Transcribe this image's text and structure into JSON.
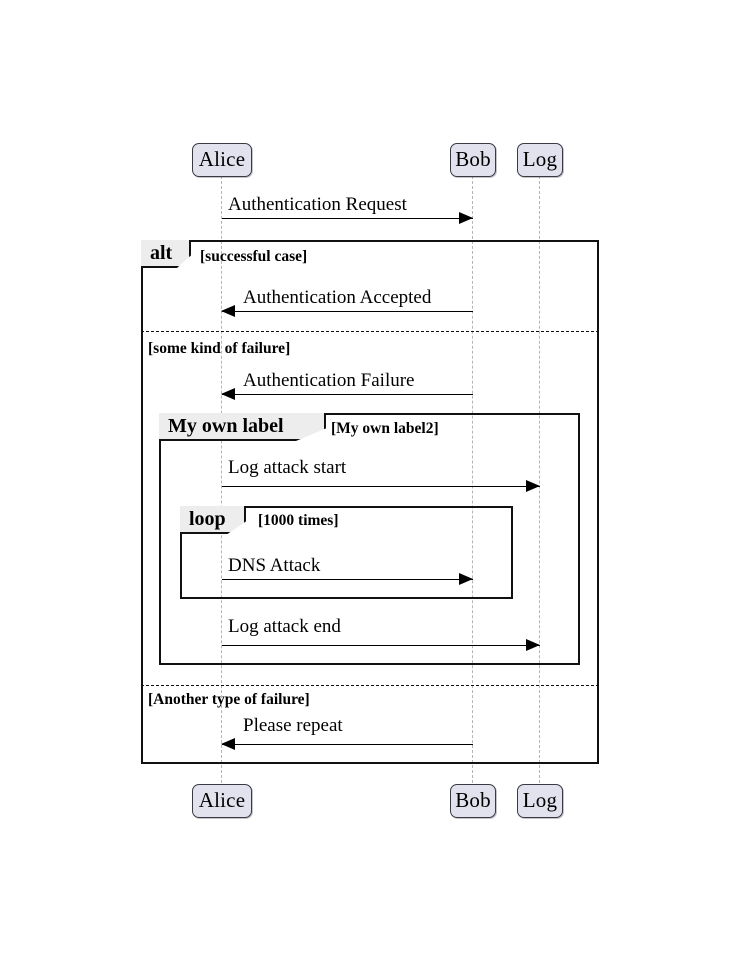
{
  "diagram": {
    "type": "uml-sequence-diagram",
    "background_color": "#ffffff",
    "participant_fill": "#E2E2EE",
    "participant_border": "#3a3a45",
    "fragment_tab_fill": "#EDEDED",
    "line_color": "#000000",
    "lifeline_color": "#b4b4bc"
  },
  "participants": [
    {
      "id": "alice",
      "label": "Alice"
    },
    {
      "id": "bob",
      "label": "Bob"
    },
    {
      "id": "log",
      "label": "Log"
    }
  ],
  "participants_bottom": [
    {
      "id": "alice",
      "label": "Alice"
    },
    {
      "id": "bob",
      "label": "Bob"
    },
    {
      "id": "log",
      "label": "Log"
    }
  ],
  "messages": [
    {
      "id": "m1",
      "label": "Authentication Request",
      "from": "alice",
      "to": "bob",
      "direction": "right"
    },
    {
      "id": "m2",
      "label": "Authentication Accepted",
      "from": "bob",
      "to": "alice",
      "direction": "left"
    },
    {
      "id": "m3",
      "label": "Authentication Failure",
      "from": "bob",
      "to": "alice",
      "direction": "left"
    },
    {
      "id": "m4",
      "label": "Log attack start",
      "from": "alice",
      "to": "log",
      "direction": "right"
    },
    {
      "id": "m5",
      "label": "DNS Attack",
      "from": "alice",
      "to": "bob",
      "direction": "right"
    },
    {
      "id": "m6",
      "label": "Log attack end",
      "from": "alice",
      "to": "log",
      "direction": "right"
    },
    {
      "id": "m7",
      "label": "Please repeat",
      "from": "bob",
      "to": "alice",
      "direction": "left"
    }
  ],
  "fragments": [
    {
      "id": "alt",
      "operator": "alt",
      "sections": [
        {
          "guard": "[successful case]"
        },
        {
          "guard": "[some kind of failure]"
        },
        {
          "guard": "[Another type of failure]"
        }
      ]
    },
    {
      "id": "myown",
      "operator": "My own label",
      "sections": [
        {
          "guard": "[My own label2]"
        }
      ]
    },
    {
      "id": "loop",
      "operator": "loop",
      "sections": [
        {
          "guard": "[1000 times]"
        }
      ]
    }
  ]
}
